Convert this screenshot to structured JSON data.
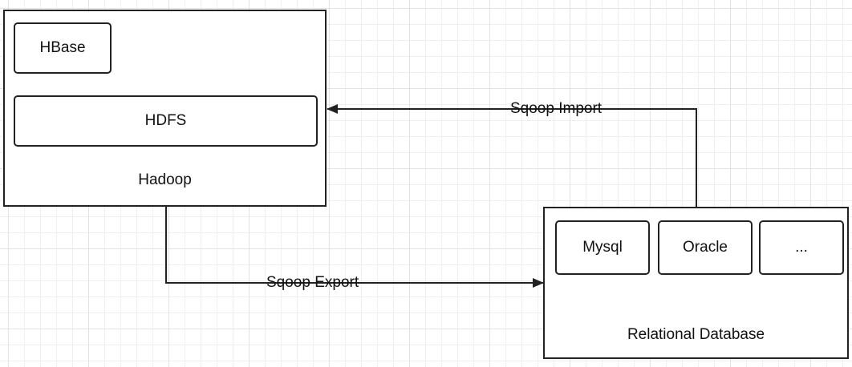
{
  "hadoop": {
    "label": "Hadoop",
    "components": {
      "hbase": "HBase",
      "hdfs": "HDFS"
    }
  },
  "relational_database": {
    "label": "Relational Database",
    "components": {
      "mysql": "Mysql",
      "oracle": "Oracle",
      "more": "..."
    }
  },
  "edges": {
    "import": {
      "label": "Sqoop Import",
      "from": "Relational Database",
      "to": "Hadoop"
    },
    "export": {
      "label": "Sqoop Export",
      "from": "Hadoop",
      "to": "Relational Database"
    }
  }
}
